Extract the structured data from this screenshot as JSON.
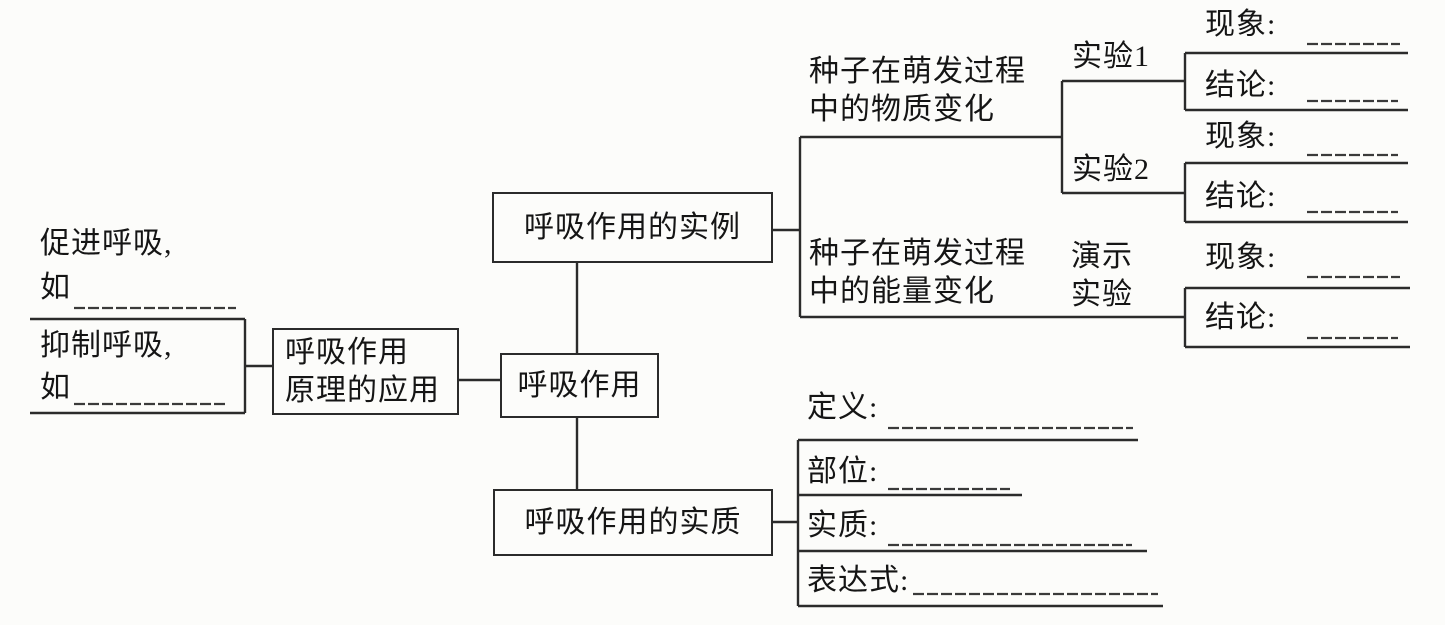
{
  "diagram": {
    "center": {
      "label": "呼吸作用"
    },
    "application": {
      "node_line1": "呼吸作用",
      "node_line2": "原理的应用",
      "promote_label": "促进呼吸,",
      "promote_prefix": "如",
      "inhibit_label": "抑制呼吸,",
      "inhibit_prefix": "如"
    },
    "examples": {
      "node_label": "呼吸作用的实例",
      "material_line1": "种子在萌发过程",
      "material_line2": "中的物质变化",
      "experiment1_label": "实验1",
      "experiment2_label": "实验2",
      "energy_line1": "种子在萌发过程",
      "energy_line2": "中的能量变化",
      "demo_line1": "演示",
      "demo_line2": "实验",
      "exp1": {
        "phenomenon": "现象:",
        "conclusion": "结论:"
      },
      "exp2": {
        "phenomenon": "现象:",
        "conclusion": "结论:"
      },
      "demo_result": {
        "phenomenon": "现象:",
        "conclusion": "结论:"
      }
    },
    "essence": {
      "node_label": "呼吸作用的实质",
      "definition_label": "定义:",
      "location_label": "部位:",
      "essence_label": "实质:",
      "expression_label": "表达式:"
    }
  }
}
